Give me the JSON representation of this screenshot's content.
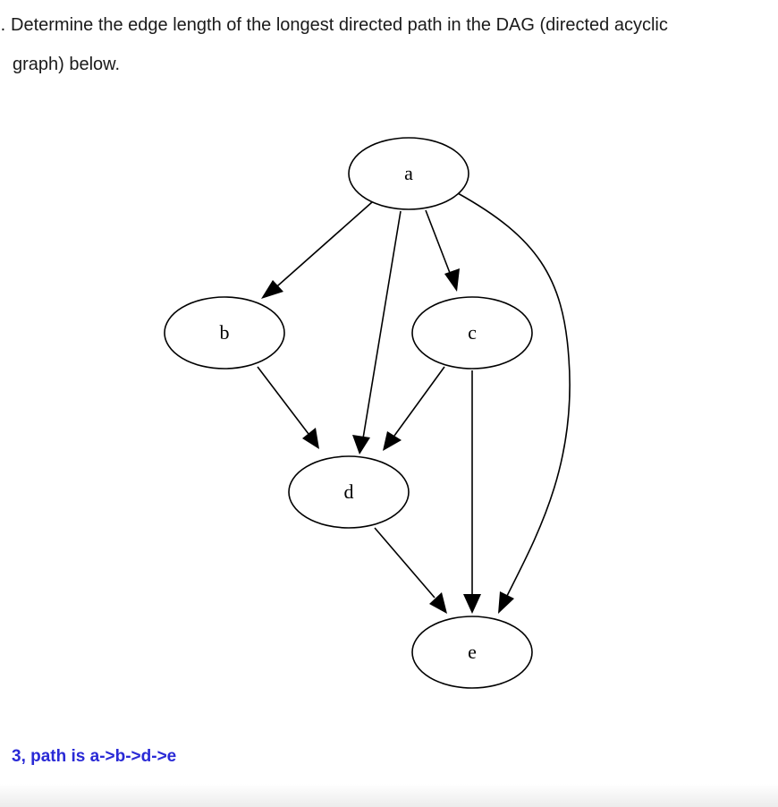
{
  "question": {
    "number": "-.",
    "line1": "Determine the edge length of the longest directed path in the DAG (directed acyclic",
    "line2": "graph) below."
  },
  "graph": {
    "nodes": [
      {
        "id": "a",
        "label": "a"
      },
      {
        "id": "b",
        "label": "b"
      },
      {
        "id": "c",
        "label": "c"
      },
      {
        "id": "d",
        "label": "d"
      },
      {
        "id": "e",
        "label": "e"
      }
    ],
    "edges": [
      {
        "from": "a",
        "to": "b"
      },
      {
        "from": "a",
        "to": "d"
      },
      {
        "from": "a",
        "to": "c"
      },
      {
        "from": "a",
        "to": "e"
      },
      {
        "from": "b",
        "to": "d"
      },
      {
        "from": "c",
        "to": "d"
      },
      {
        "from": "c",
        "to": "e"
      },
      {
        "from": "d",
        "to": "e"
      }
    ]
  },
  "answer": {
    "text": "3, path is a->b->d->e",
    "color": "#2a2ad6"
  }
}
